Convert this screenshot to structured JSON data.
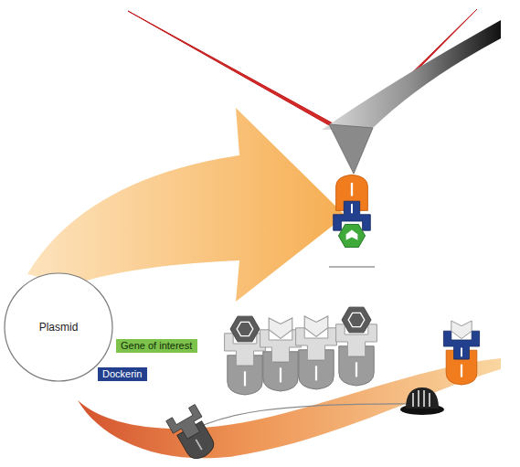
{
  "diagram": {
    "nodes": [
      {
        "text": [
          "Plasmid"
        ]
      },
      {
        "text": [
          "Gene of interest"
        ]
      },
      {
        "text": [
          "Dockerin"
        ]
      }
    ]
  }
}
